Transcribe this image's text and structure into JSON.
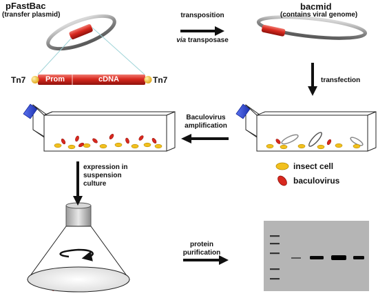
{
  "plasmid": {
    "title": "pFastBac",
    "subtitle": "(transfer plasmid)"
  },
  "bacmid": {
    "title": "bacmid",
    "subtitle": "(contains viral genome)"
  },
  "cassette": {
    "left_end": "Tn7",
    "right_end": "Tn7",
    "promoter": "Prom",
    "insert": "cDNA"
  },
  "steps": {
    "transposition_line1": "transposition",
    "transposition_line2_italic": "via",
    "transposition_line2_rest": " transposase",
    "transfection": "transfection",
    "amplification_line1": "Baculovirus",
    "amplification_line2": "amplification",
    "expression_line1": "expression in",
    "expression_line2": "suspension",
    "expression_line3": "culture",
    "purification_line1": "protein",
    "purification_line2": "purification"
  },
  "legend": {
    "insect_cell": "insect cell",
    "baculovirus": "baculovirus"
  },
  "colors": {
    "insect_cell": "#f2c01e",
    "baculovirus": "#d8281e",
    "cap": "#2f4ad8",
    "gel": "#b4b4b4",
    "ring": "#9a9a9a"
  }
}
